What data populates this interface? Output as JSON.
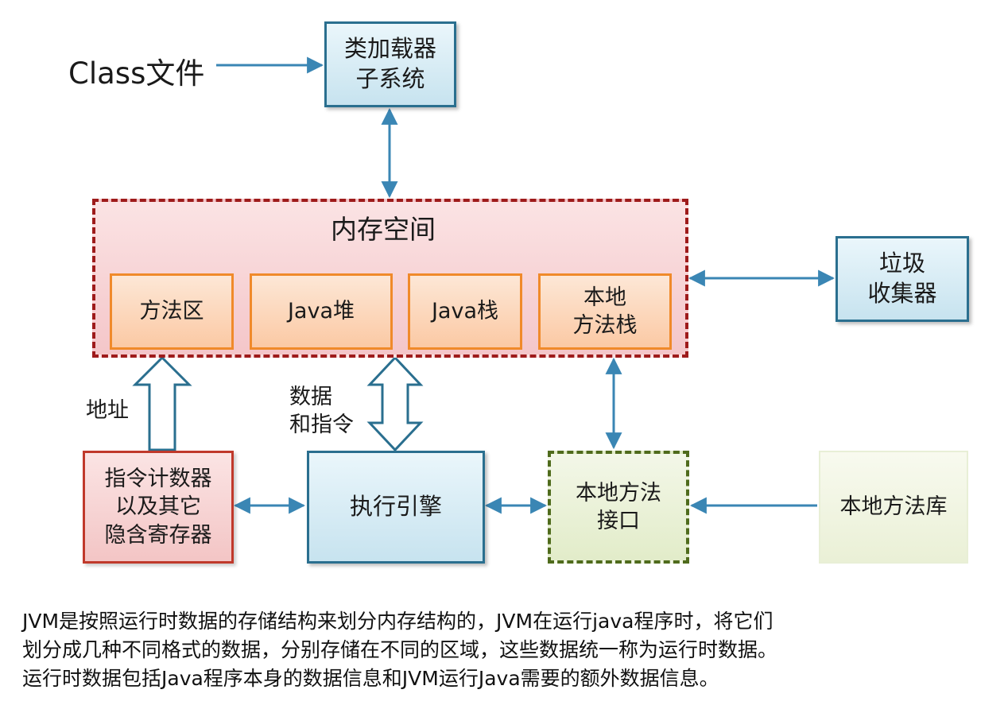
{
  "input": {
    "class_file": "Class文件"
  },
  "class_loader": {
    "line1": "类加载器",
    "line2": "子系统"
  },
  "memory_space": {
    "title": "内存空间",
    "areas": [
      {
        "line1": "方法区"
      },
      {
        "line1": "Java堆"
      },
      {
        "line1": "Java栈"
      },
      {
        "line1": "本地",
        "line2": "方法栈"
      }
    ]
  },
  "gc": {
    "line1": "垃圾",
    "line2": "收集器"
  },
  "pc_registers": {
    "line1": "指令计数器",
    "line2": "以及其它",
    "line3": "隐含寄存器"
  },
  "exec_engine": {
    "label": "执行引擎"
  },
  "native_interface": {
    "line1": "本地方法",
    "line2": "接口"
  },
  "native_library": {
    "label": "本地方法库"
  },
  "arrow_labels": {
    "address": "地址",
    "data_line1": "数据",
    "data_line2": "和指令"
  },
  "caption": {
    "line1": "JVM是按照运行时数据的存储结构来划分内存结构的，JVM在运行java程序时，将它们",
    "line2": "划分成几种不同格式的数据，分别存储在不同的区域，这些数据统一称为运行时数据。",
    "line3": "运行时数据包括Java程序本身的数据信息和JVM运行Java需要的额外数据信息。"
  },
  "colors": {
    "blue_border": "#2a6f8f",
    "blue_fill": "#c7e3ef",
    "red_dashed": "#9e1b1b",
    "pink_fill": "#f7d1d3",
    "orange_border": "#f08a2a",
    "orange_fill": "#fbc9a4",
    "red_border": "#c0392b",
    "green_dashed": "#4f6b1c",
    "green_fill": "#eaf2d8",
    "arrow": "#3a86b4"
  }
}
